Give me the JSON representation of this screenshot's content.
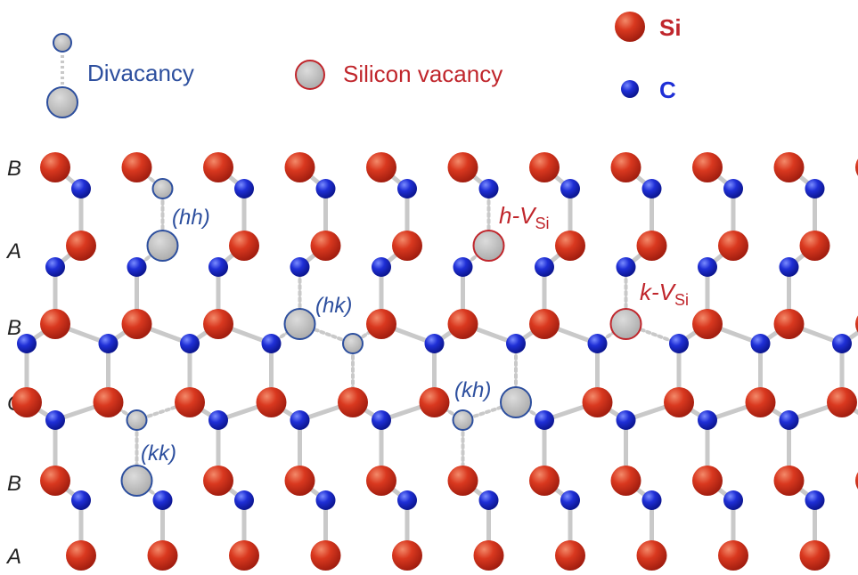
{
  "legend": {
    "divacancy_label": "Divacancy",
    "silicon_vacancy_label": "Silicon vacancy",
    "si_label": "Si",
    "c_label": "C"
  },
  "layers": [
    "B",
    "A",
    "B",
    "C",
    "B",
    "A"
  ],
  "defects": {
    "hh": "(hh)",
    "hk": "(hk)",
    "kh": "(kh)",
    "kk": "(kk)",
    "h_vsi_main": "h-V",
    "h_vsi_sub": "Si",
    "k_vsi_main": "k-V",
    "k_vsi_sub": "Si"
  },
  "colors": {
    "si": "#d2361f",
    "c": "#1f2fd6",
    "vacancy": "#bdbdbd",
    "divacancy_outline": "#2d4f9e",
    "si_vacancy_outline": "#c0262c",
    "bond": "#c9c9c9",
    "text_blue": "#2d4f9e",
    "text_red": "#c0262c"
  }
}
